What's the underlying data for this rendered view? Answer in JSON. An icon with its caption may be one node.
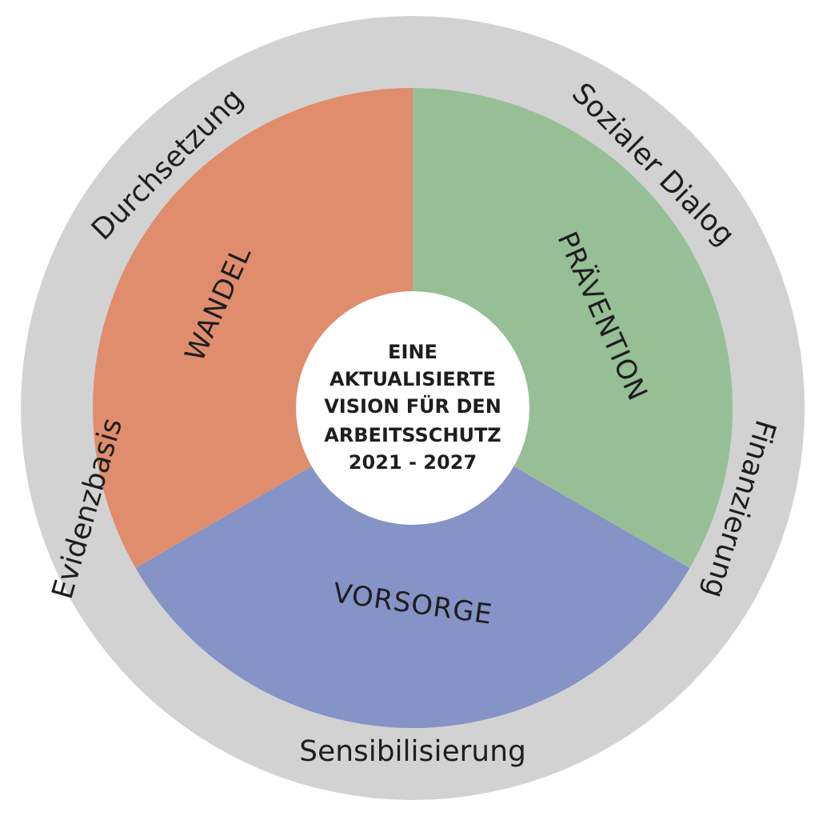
{
  "diagram": {
    "nodes": [
      {
        "text": [
          "Durchsetzung",
          "Sozialer Dialog",
          "Finanzierung",
          "Sensibilisierung",
          "Evidenzbasis"
        ]
      },
      {
        "text": [
          "WANDEL"
        ],
        "in": 0
      },
      {
        "text": [
          "PRÄVENTION"
        ],
        "in": 0
      },
      {
        "text": [
          "VORSORGE"
        ],
        "in": 0
      },
      {
        "text": [
          "EINE AKTUALISIERTE VISION FÜR DEN ARBEITSSCHUTZ 2021 - 2027"
        ],
        "in": 0
      }
    ],
    "edges": []
  }
}
